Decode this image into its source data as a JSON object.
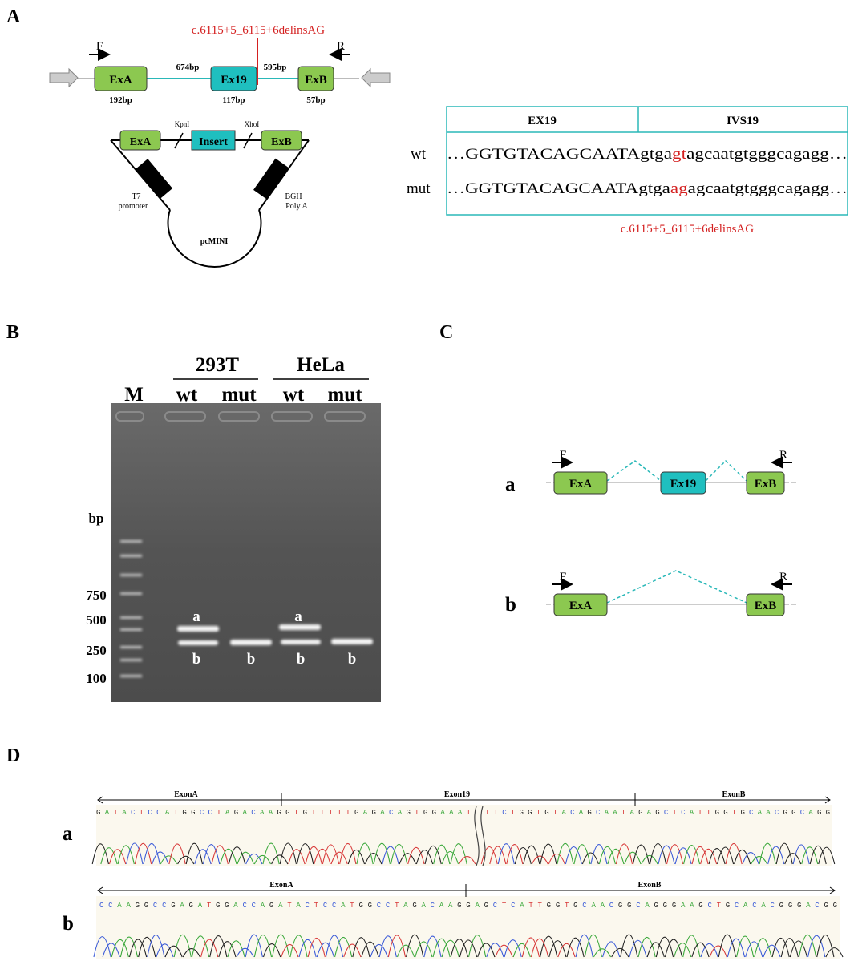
{
  "colors": {
    "exon_green": "#8cc850",
    "exon_cyan": "#1fbfbf",
    "mutation_red": "#d42020",
    "gel_background": "#585858",
    "trace_A": "#3aa83a",
    "trace_C": "#3a5ad8",
    "trace_G": "#222222",
    "trace_T": "#d83a3a"
  },
  "panel_labels": {
    "A": "A",
    "B": "B",
    "C": "C",
    "D": "D"
  },
  "panelA": {
    "mutation_label": "c.6115+5_6115+6delinsAG",
    "primer_f": "F",
    "primer_r": "R",
    "exons": [
      {
        "name": "ExA",
        "size": "192bp"
      },
      {
        "name": "Ex19",
        "size": "117bp"
      },
      {
        "name": "ExB",
        "size": "57bp"
      }
    ],
    "intron_left": "674bp",
    "intron_right": "595bp",
    "vector": {
      "exA": "ExA",
      "insert": "Insert",
      "exB": "ExB",
      "site_left": "KpnI",
      "site_right": "XhoI",
      "promoter": [
        "T7",
        "promoter"
      ],
      "polyA": [
        "BGH",
        "Poly A"
      ],
      "name": "pcMINI"
    },
    "sequence_table": {
      "headers": [
        "EX19",
        "IVS19"
      ],
      "rows": [
        {
          "label": "wt",
          "exon": "…GGTGTACAGCAATA",
          "pre": "gtga",
          "mut": "gt",
          "post": "agcaatgtgggcagagg…"
        },
        {
          "label": "mut",
          "exon": "…GGTGTACAGCAATA",
          "pre": "gtga",
          "mut": "ag",
          "post": "agcaatgtgggcagagg…"
        }
      ],
      "caption": "c.6115+5_6115+6delinsAG"
    }
  },
  "panelB": {
    "cell_lines": [
      "293T",
      "HeLa"
    ],
    "lane_labels": [
      "M",
      "wt",
      "mut",
      "wt",
      "mut"
    ],
    "unit": "bp",
    "ladder": [
      "750",
      "500",
      "250",
      "100"
    ],
    "band_labels": {
      "upper": "a",
      "lower": "b"
    }
  },
  "panelC": {
    "rows": [
      {
        "label": "a",
        "exons": [
          "ExA",
          "Ex19",
          "ExB"
        ],
        "primer_f": "F",
        "primer_r": "R"
      },
      {
        "label": "b",
        "exons": [
          "ExA",
          "ExB"
        ],
        "primer_f": "F",
        "primer_r": "R"
      }
    ]
  },
  "panelD": {
    "rows": [
      {
        "label": "a",
        "regions": [
          "ExonA",
          "Exon19",
          "ExonB"
        ],
        "seq_left": "GATACTCCATGGCCTAGACAAGGTGTTTTTGAGACAGTGGAAAT",
        "seq_right": "TTCTGGTGTACAGCAATAGAGCTCATTGGTGCAACGGCAGG"
      },
      {
        "label": "b",
        "regions": [
          "ExonA",
          "ExonB"
        ],
        "seq": "CCAAGGCCGAGATGGACCAGATACTCCATGGCCTAGACAAGGAGCTCATTGGTGCAACGGCAGGGAAGCTGCACACGGGACGG"
      }
    ]
  }
}
